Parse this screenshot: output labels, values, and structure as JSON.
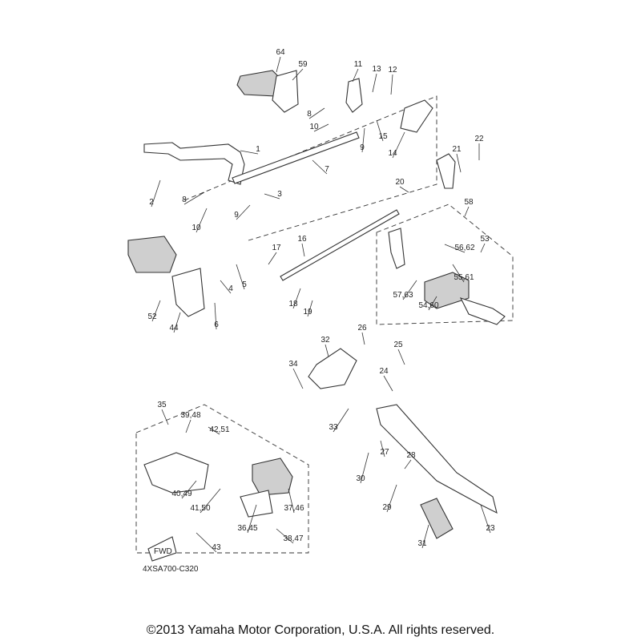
{
  "diagram": {
    "code": "4XSA700-C320",
    "fwd_arrow_label": "FWD",
    "callouts": [
      "64",
      "59",
      "11",
      "13",
      "12",
      "1",
      "8",
      "10",
      "9",
      "15",
      "14",
      "7",
      "2",
      "3",
      "8",
      "9",
      "10",
      "21",
      "22",
      "20",
      "58",
      "53",
      "16",
      "56,62",
      "17",
      "5",
      "4",
      "55,61",
      "57,63",
      "54,60",
      "18",
      "19",
      "52",
      "44",
      "6",
      "26",
      "32",
      "25",
      "34",
      "24",
      "33",
      "35",
      "39,48",
      "42,51",
      "27",
      "28",
      "30",
      "40,49",
      "41,50",
      "37,46",
      "29",
      "23",
      "36,45",
      "38,47",
      "43",
      "31"
    ]
  },
  "footer": {
    "copyright": "©2013 Yamaha Motor Corporation, U.S.A. All rights reserved."
  }
}
